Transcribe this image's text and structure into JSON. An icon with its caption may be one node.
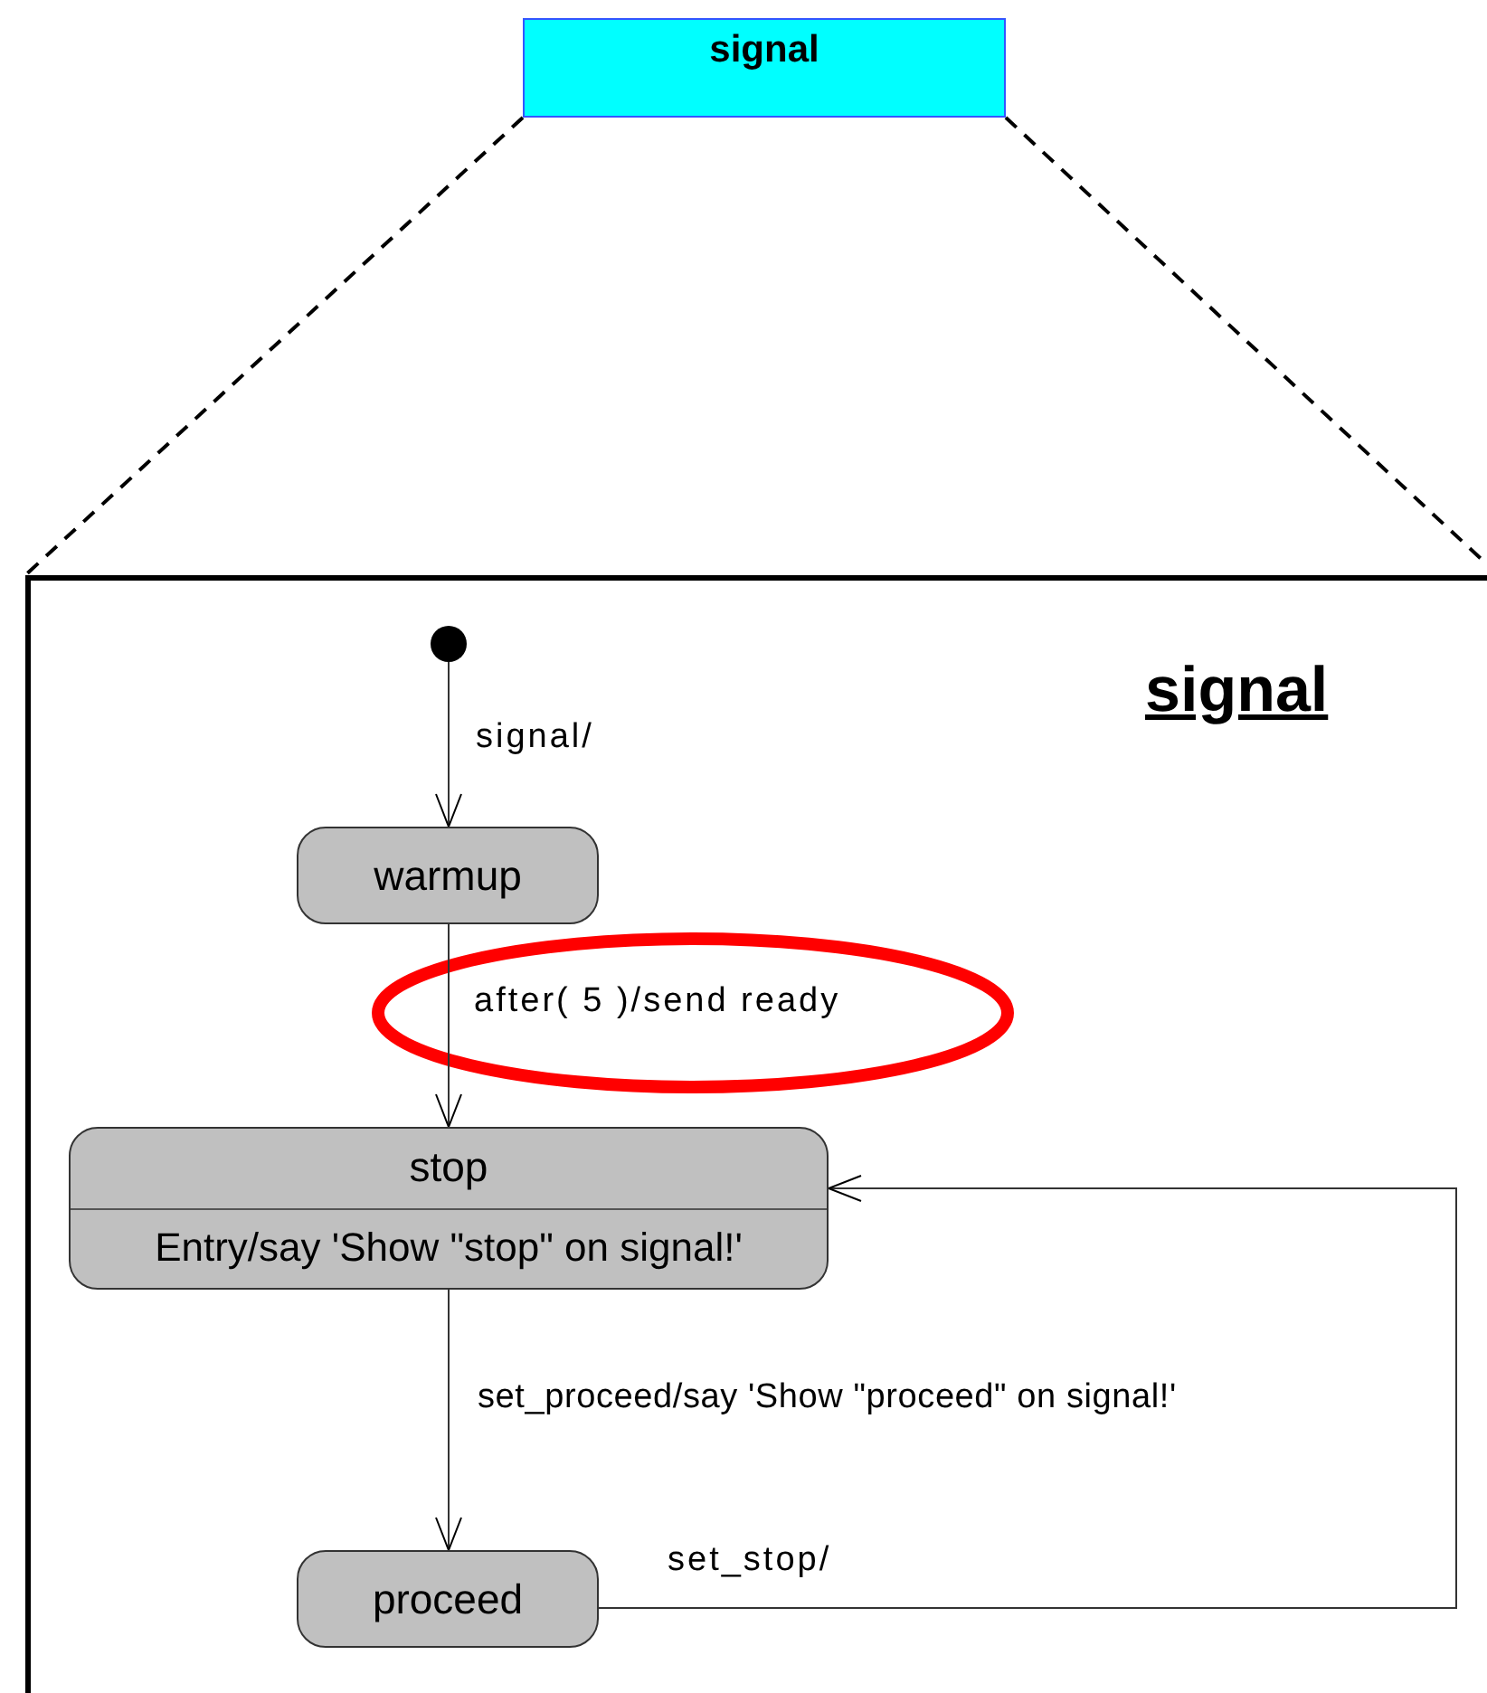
{
  "diagram": {
    "nodes": [
      {
        "text": [
          "signal"
        ]
      },
      {
        "text": [
          "signal"
        ]
      },
      {
        "text": [],
        "shape": "circle",
        "in": 1
      },
      {
        "text": [
          "warmup"
        ],
        "in": 1
      },
      {
        "text": [
          "stop",
          "Entry/say 'Show \"stop\" on signal!'"
        ],
        "in": 1
      },
      {
        "text": [
          "proceed"
        ],
        "in": 1
      }
    ],
    "edges": [
      {
        "from": 0,
        "to": 1,
        "arrow": "none",
        "style": "dashed"
      },
      {
        "from": 0,
        "to": 1,
        "arrow": "none",
        "style": "dashed"
      },
      {
        "from": 2,
        "to": 3,
        "arrow": "to",
        "label": "signal/"
      },
      {
        "from": 3,
        "to": 4,
        "arrow": "to",
        "label": "after( 5 )/send ready"
      },
      {
        "from": 4,
        "to": 5,
        "arrow": "to",
        "label": "set_proceed/say 'Show \"proceed\" on signal!'"
      },
      {
        "from": 5,
        "to": 4,
        "arrow": "to",
        "label": "set_stop/"
      }
    ]
  }
}
